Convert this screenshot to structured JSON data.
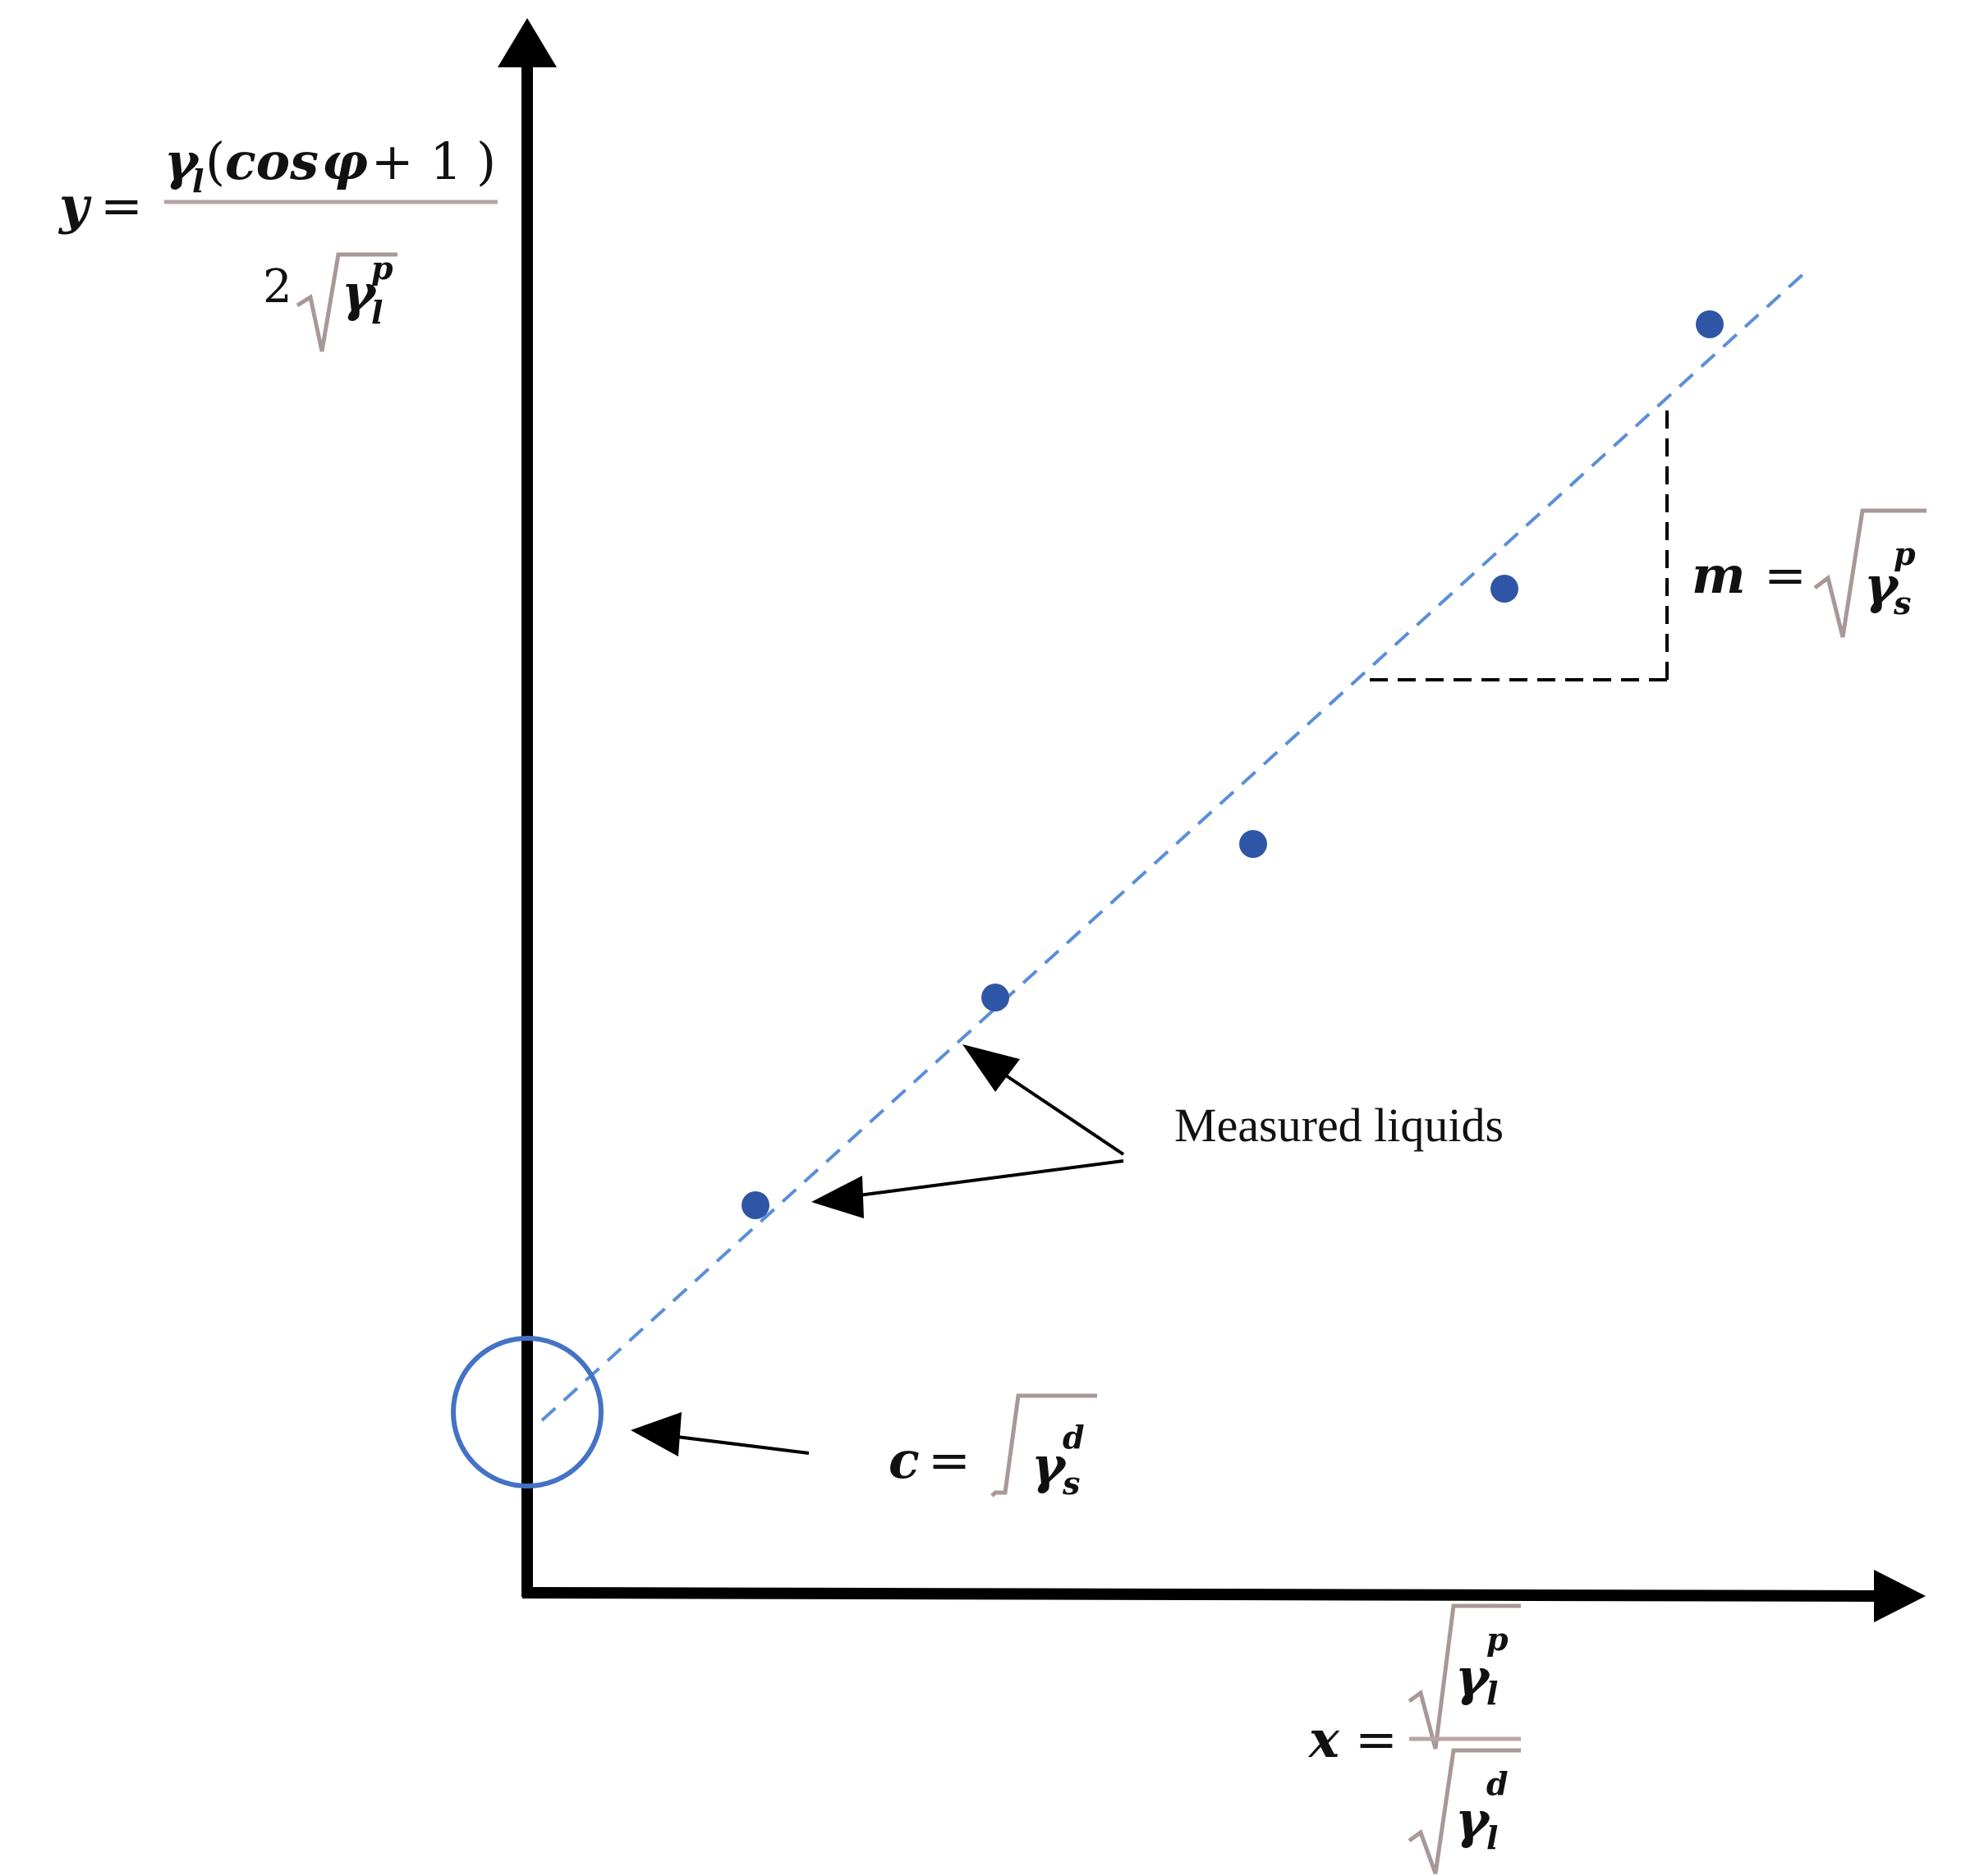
{
  "diagram": {
    "y_axis": {
      "lhs": "y",
      "eq": "=",
      "num_gamma": "γ",
      "num_sub": "l",
      "num_open": "(",
      "num_cos": "cos",
      "num_phi": "φ",
      "num_plus": " + 1",
      "num_close": ")",
      "den_two": "2",
      "den_gamma": "γ",
      "den_sup": "p",
      "den_sub": "l"
    },
    "x_axis": {
      "lhs": "x",
      "eq": "=",
      "num_gamma": "γ",
      "num_sup": "p",
      "num_sub": "l",
      "den_gamma": "γ",
      "den_sup": "d",
      "den_sub": "l"
    },
    "slope": {
      "lhs": "m",
      "eq": "=",
      "gamma": "γ",
      "sup": "p",
      "sub": "s"
    },
    "intercept": {
      "lhs": "c",
      "eq": "=",
      "gamma": "γ",
      "sup": "d",
      "sub": "s"
    },
    "annotation": "Measured liquids",
    "colors": {
      "axis": "#000000",
      "points": "#2f56a6",
      "fit_line": "#5b8fd6",
      "circle": "#4472c4",
      "frac_bar": "#b7a4a4"
    }
  }
}
